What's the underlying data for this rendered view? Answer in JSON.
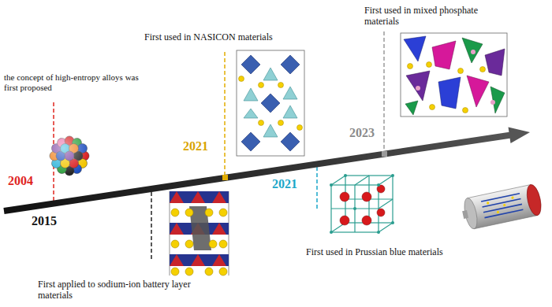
{
  "diagram": {
    "labels": [
      "the concept of high-entropy alloys was first proposed",
      "2004",
      "2015",
      "First applied to sodium-ion battery layer materials",
      "First used in NASICON materials",
      "2021",
      "2021",
      "First used in Prussian blue materials",
      "First used in mixed phosphate materials",
      "2023"
    ]
  }
}
